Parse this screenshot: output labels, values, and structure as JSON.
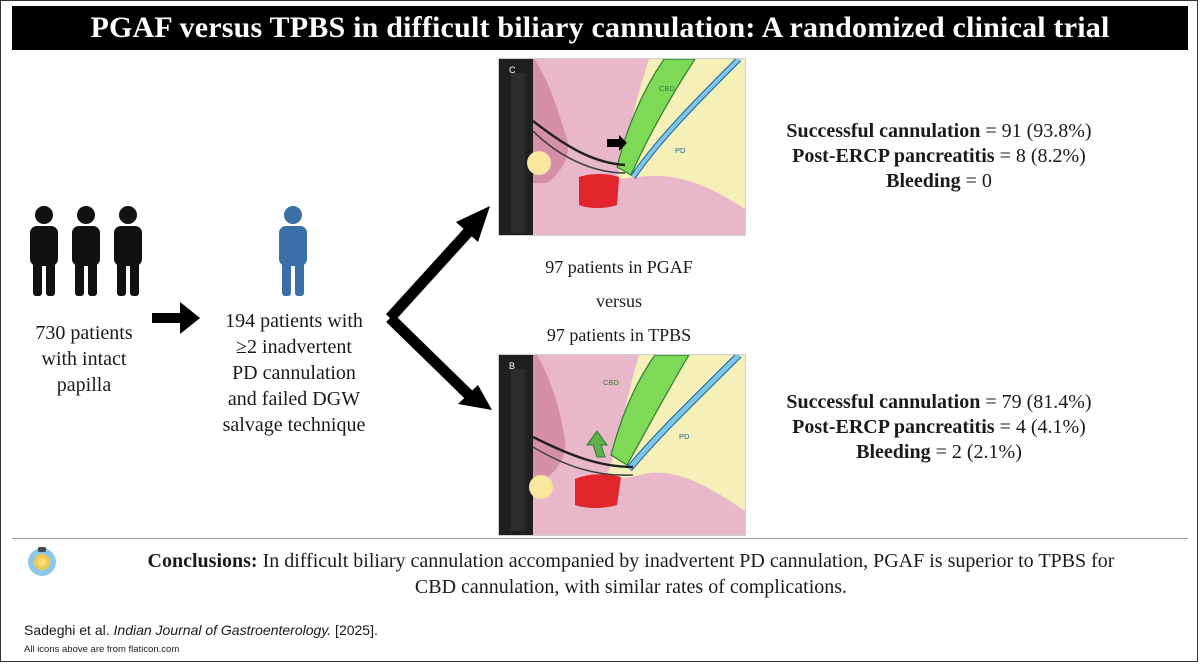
{
  "title": "PGAF versus TPBS in difficult biliary cannulation: A randomized clinical trial",
  "cohort_text": [
    "730 patients",
    "with intact",
    "papilla"
  ],
  "selected_text": [
    "194 patients with",
    "≥2 inadvertent",
    "PD cannulation",
    "and failed DGW",
    "salvage technique"
  ],
  "groups": {
    "pgaf": "97 patients in PGAF",
    "versus": "versus",
    "tpbs": "97 patients in TPBS"
  },
  "image_top": {
    "panel": "C",
    "cbd": "CBD",
    "pd": "PD"
  },
  "image_bottom": {
    "panel": "B",
    "cbd": "CBD",
    "pd": "PD"
  },
  "results_top": [
    {
      "label": "Successful cannulation",
      "value": " = 91 (93.8%)"
    },
    {
      "label": "Post-ERCP pancreatitis",
      "value": " = 8 (8.2%)"
    },
    {
      "label": "Bleeding",
      "value": " = 0"
    }
  ],
  "results_bottom": [
    {
      "label": "Successful cannulation",
      "value": " = 79 (81.4%)"
    },
    {
      "label": "Post-ERCP pancreatitis",
      "value": " = 4 (4.1%)"
    },
    {
      "label": "Bleeding",
      "value": " = 2 (2.1%)"
    }
  ],
  "conclusion": {
    "label": "Conclusions:",
    "line1": " In difficult biliary cannulation accompanied by inadvertent PD cannulation, PGAF is superior to TPBS for",
    "line2": "CBD cannulation, with similar rates of complications."
  },
  "citation": {
    "authors": "Sadeghi et al. ",
    "journal": "Indian Journal of Gastroenterology.",
    "year": " [2025]."
  },
  "credit": "All icons above are from flaticon.com",
  "colors": {
    "person_black": "#111111",
    "person_blue": "#3a6fa8",
    "title_bg": "#000000",
    "cbd_green": "#7ed957",
    "pd_blue": "#7cc6e8",
    "tissue_pink": "#e8b7c9",
    "sphincter_red": "#e0262a",
    "background_yellow": "#f5f0b8"
  }
}
